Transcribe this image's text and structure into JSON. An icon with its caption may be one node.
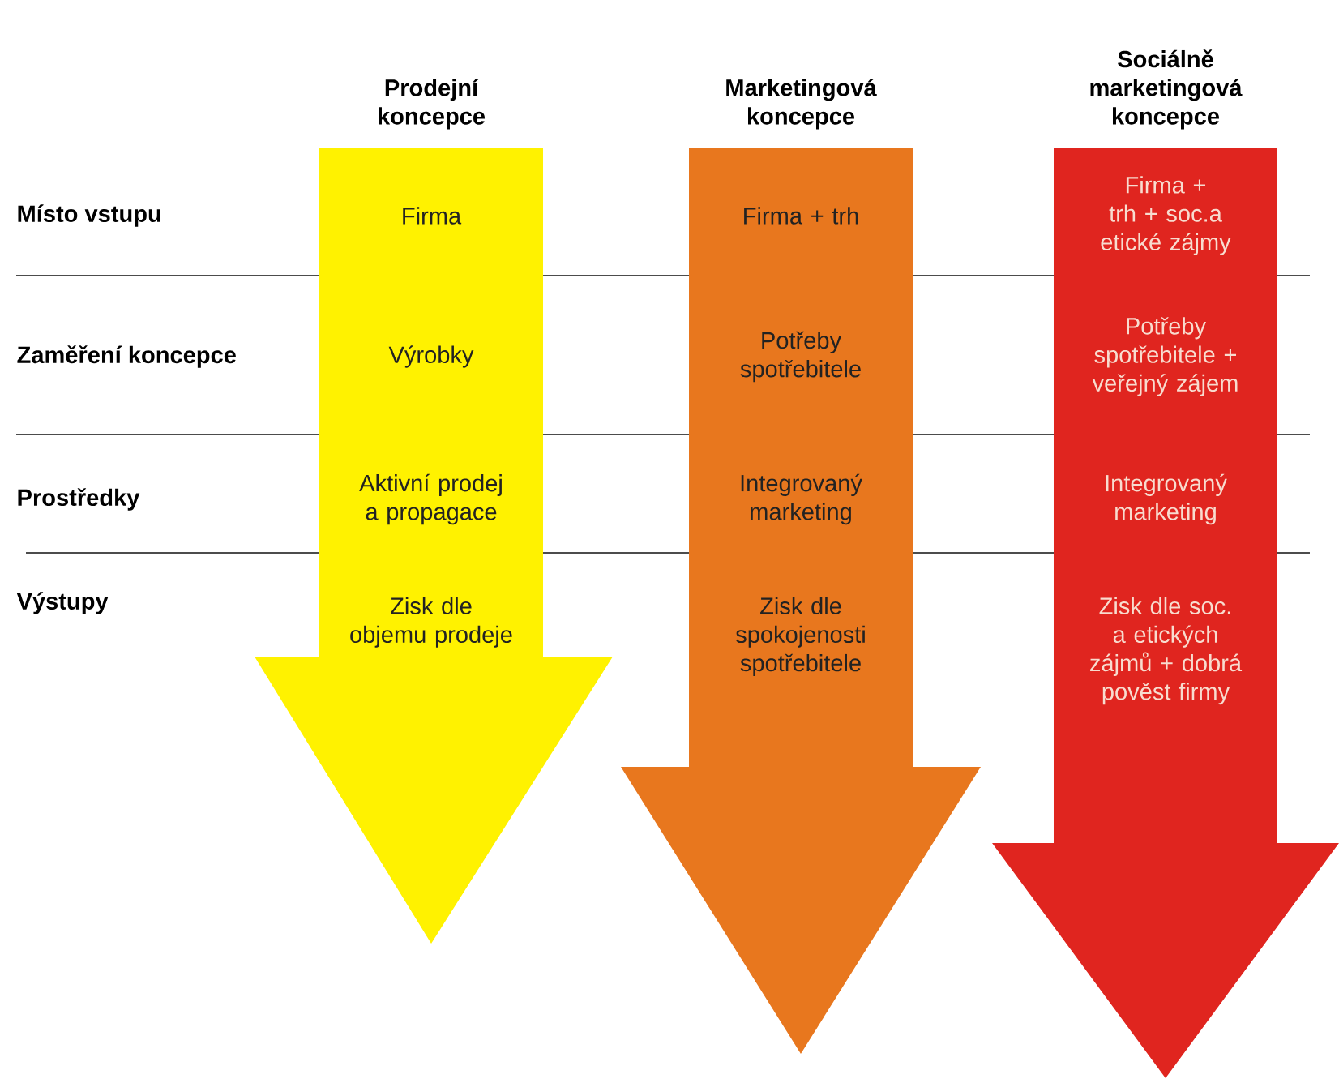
{
  "diagram": {
    "nodes": [
      {
        "text": [
          "Prodejní koncepce",
          "Firma",
          "Výrobky",
          "Aktivní prodej a propagace",
          "Zisk dle objemu prodeje"
        ]
      },
      {
        "text": [
          "Marketingová koncepce",
          "Firma + trh",
          "Potřeby spotřebitele",
          "Integrovaný marketing",
          "Zisk dle spokojenosti spotřebitele"
        ]
      },
      {
        "text": [
          "Sociálně marketingová koncepce",
          "Firma + trh + soc.a etické zájmy",
          "Potřeby spotřebitele + veřejný zájem",
          "Integrovaný marketing",
          "Zisk dle soc. a etických zájmů + dobrá pověst firmy"
        ]
      }
    ],
    "labels": [
      "Místo vstupu",
      "Zaměření koncepce",
      "Prostředky",
      "Výstupy"
    ]
  }
}
